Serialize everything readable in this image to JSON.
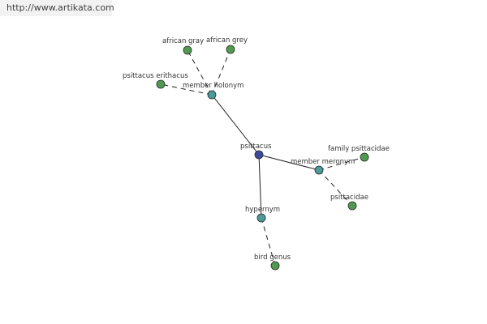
{
  "watermark": {
    "text": "http://www.artikata.com"
  },
  "colors": {
    "center": "#3b4a9a",
    "relation": "#4c9a9a",
    "term": "#4f9a4f",
    "edge": "#222222"
  },
  "graph": {
    "nodes": [
      {
        "id": "psittacus",
        "label": "psittacus",
        "kind": "center"
      },
      {
        "id": "member-holonym",
        "label": "member holonym",
        "kind": "relation"
      },
      {
        "id": "member-meronym",
        "label": "member meronym",
        "kind": "relation"
      },
      {
        "id": "hypernym",
        "label": "hypernym",
        "kind": "relation"
      },
      {
        "id": "african-gray",
        "label": "african gray",
        "kind": "term"
      },
      {
        "id": "african-grey",
        "label": "african grey",
        "kind": "term"
      },
      {
        "id": "psittacus-erithacus",
        "label": "psittacus erithacus",
        "kind": "term"
      },
      {
        "id": "family-psittacidae",
        "label": "family psittacidae",
        "kind": "term"
      },
      {
        "id": "psittacidae",
        "label": "psittacidae",
        "kind": "term"
      },
      {
        "id": "bird-genus",
        "label": "bird genus",
        "kind": "term"
      }
    ],
    "edges": [
      {
        "from": "psittacus",
        "to": "member-holonym",
        "style": "solid"
      },
      {
        "from": "psittacus",
        "to": "member-meronym",
        "style": "solid"
      },
      {
        "from": "psittacus",
        "to": "hypernym",
        "style": "solid"
      },
      {
        "from": "member-holonym",
        "to": "african-gray",
        "style": "dashed"
      },
      {
        "from": "member-holonym",
        "to": "african-grey",
        "style": "dashed"
      },
      {
        "from": "member-holonym",
        "to": "psittacus-erithacus",
        "style": "dashed"
      },
      {
        "from": "member-meronym",
        "to": "family-psittacidae",
        "style": "dashed"
      },
      {
        "from": "member-meronym",
        "to": "psittacidae",
        "style": "dashed"
      },
      {
        "from": "hypernym",
        "to": "bird-genus",
        "style": "dashed"
      }
    ]
  }
}
